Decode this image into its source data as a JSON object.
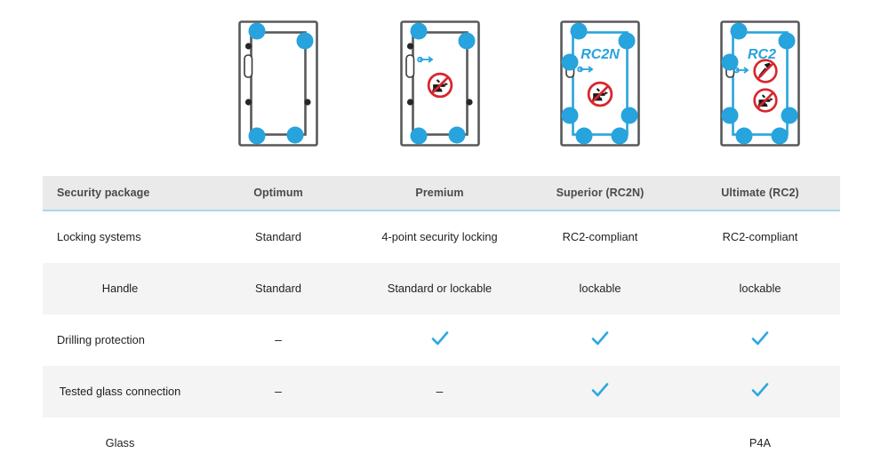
{
  "colors": {
    "accent_blue": "#2EA8DE",
    "dot_blue": "#27A3DD",
    "header_bg": "#EAEAEA",
    "header_rule": "#A9D8EE",
    "row_shade": "#F4F4F4",
    "row_plain": "#FFFFFF",
    "prohibition_red": "#D8262C",
    "frame_gray": "#58595B"
  },
  "diagrams": [
    {
      "name": "spacer",
      "label": "",
      "badge": "",
      "dots": 0,
      "icons": []
    },
    {
      "name": "optimum-door",
      "label": "",
      "badge": "",
      "dots": 4,
      "icons": [],
      "outline": "gray",
      "handle": true
    },
    {
      "name": "premium-door",
      "label": "",
      "badge": "",
      "dots": 4,
      "icons": [
        "no-drill-icon"
      ],
      "outline": "gray",
      "handle": true,
      "key_arrow": true
    },
    {
      "name": "superior-door",
      "label": "RC2N",
      "badge": "RC2N",
      "dots": 6,
      "icons": [
        "no-drill-icon"
      ],
      "outline": "blue",
      "handle": true,
      "key_arrow": true
    },
    {
      "name": "ultimate-door",
      "label": "RC2",
      "badge": "RC2",
      "dots": 6,
      "icons": [
        "no-hammer-icon",
        "no-drill-icon"
      ],
      "outline": "blue",
      "handle": true,
      "key_arrow": true
    }
  ],
  "table": {
    "headers": [
      "Security package",
      "Optimum",
      "Premium",
      "Superior (RC2N)",
      "Ultimate (RC2)"
    ],
    "rows": [
      {
        "label": "Locking systems",
        "label_align": "left",
        "shaded": false,
        "cells": [
          {
            "type": "text",
            "value": "Standard"
          },
          {
            "type": "text",
            "value": "4-point security locking"
          },
          {
            "type": "text",
            "value": "RC2-compliant"
          },
          {
            "type": "text",
            "value": "RC2-compliant"
          }
        ]
      },
      {
        "label": "Handle",
        "label_align": "center",
        "shaded": true,
        "cells": [
          {
            "type": "text",
            "value": "Standard"
          },
          {
            "type": "text",
            "value": "Standard or lockable"
          },
          {
            "type": "text",
            "value": "lockable"
          },
          {
            "type": "text",
            "value": "lockable"
          }
        ]
      },
      {
        "label": "Drilling protection",
        "label_align": "left",
        "shaded": false,
        "cells": [
          {
            "type": "dash",
            "value": "–"
          },
          {
            "type": "check",
            "value": "✓"
          },
          {
            "type": "check",
            "value": "✓"
          },
          {
            "type": "check",
            "value": "✓"
          }
        ]
      },
      {
        "label": "Tested glass connection",
        "label_align": "center",
        "shaded": true,
        "cells": [
          {
            "type": "dash",
            "value": "–"
          },
          {
            "type": "dash",
            "value": "–"
          },
          {
            "type": "check",
            "value": "✓"
          },
          {
            "type": "check",
            "value": "✓"
          }
        ]
      },
      {
        "label": "Glass",
        "label_align": "center",
        "shaded": false,
        "cells": [
          {
            "type": "text",
            "value": ""
          },
          {
            "type": "text",
            "value": ""
          },
          {
            "type": "text",
            "value": ""
          },
          {
            "type": "text",
            "value": "P4A"
          }
        ]
      }
    ]
  }
}
